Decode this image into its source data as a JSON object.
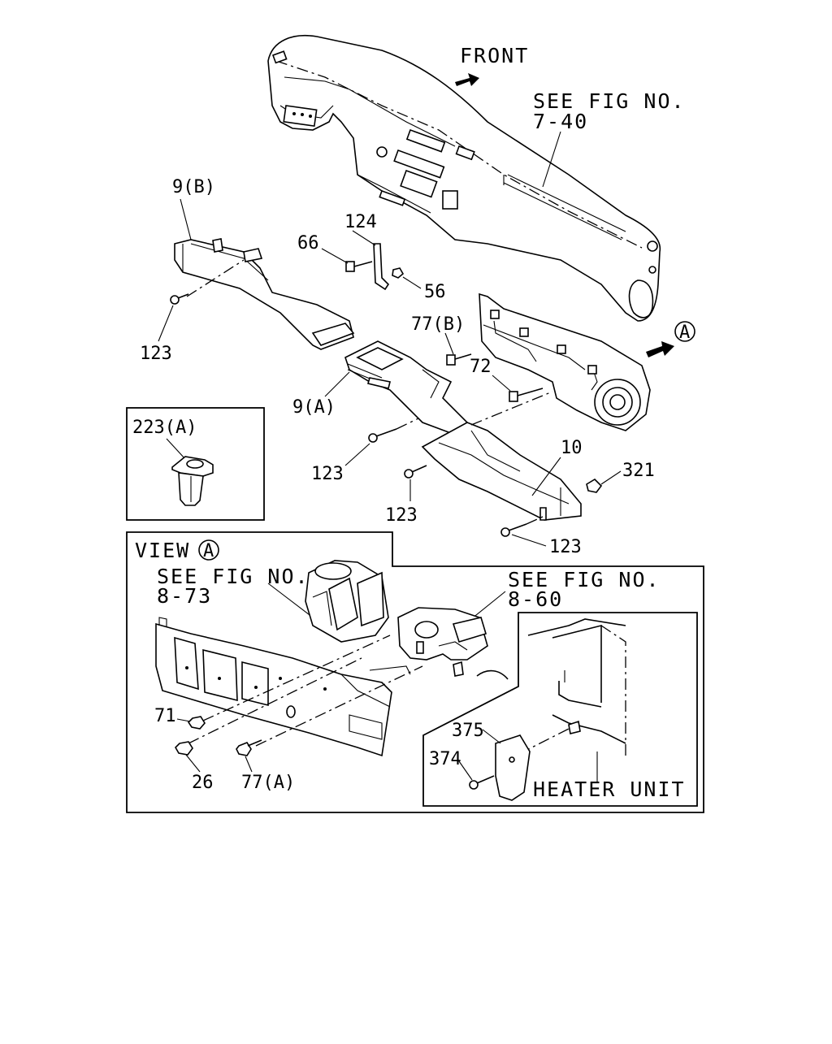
{
  "labels": {
    "front": "FRONT",
    "see_fig_1": "SEE FIG NO.",
    "fig_1": "7-40",
    "p9b": "9(B)",
    "p124": "124",
    "p66": "66",
    "p56": "56",
    "p123_a": "123",
    "p77b": "77(B)",
    "p72": "72",
    "p9a": "9(A)",
    "view_a_marker": "A",
    "p223a": "223(A)",
    "p123_b": "123",
    "p10": "10",
    "p321": "321",
    "p123_c": "123",
    "p123_d": "123",
    "view_label": "VIEW",
    "view_letter": "A",
    "see_fig_2": "SEE FIG NO.",
    "fig_2": "8-73",
    "see_fig_3": "SEE FIG NO.",
    "fig_3": "8-60",
    "p71": "71",
    "p26": "26",
    "p77a": "77(A)",
    "p375": "375",
    "p374": "374",
    "heater_unit": "HEATER UNIT"
  }
}
